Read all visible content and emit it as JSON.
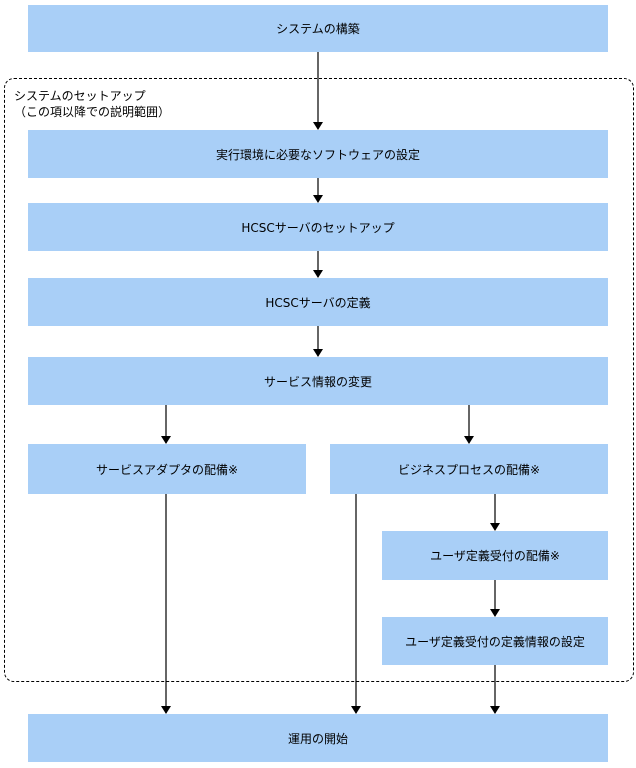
{
  "group": {
    "title": "システムのセットアップ",
    "subtitle": "（この項以降での説明範囲）"
  },
  "steps": {
    "build": "システムの構築",
    "software": "実行環境に必要なソフトウェアの設定",
    "setup": "HCSCサーバのセットアップ",
    "define": "HCSCサーバの定義",
    "service_info": "サービス情報の変更",
    "adapter": "サービスアダプタの配備※",
    "business": "ビジネスプロセスの配備※",
    "user_accept": "ユーザ定義受付の配備※",
    "user_accept_info": "ユーザ定義受付の定義情報の設定",
    "start": "運用の開始"
  }
}
